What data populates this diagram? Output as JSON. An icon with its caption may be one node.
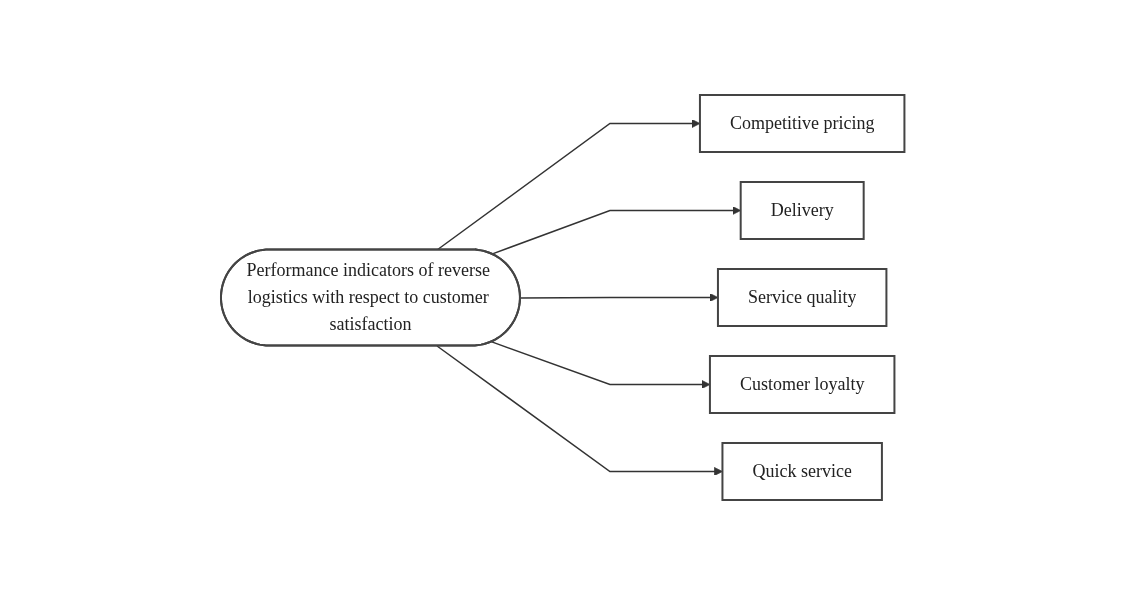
{
  "diagram": {
    "nodes": [
      {
        "text": [
          "Performance indicators of reverse logistics with respect to customer satisfaction"
        ]
      },
      {
        "text": [
          "Competitive pricing"
        ]
      },
      {
        "text": [
          "Delivery"
        ]
      },
      {
        "text": [
          "Service quality"
        ]
      },
      {
        "text": [
          "Customer loyalty"
        ]
      },
      {
        "text": [
          "Quick service"
        ]
      }
    ],
    "edges": [
      {
        "from": 0,
        "to": 1,
        "arrow": "to"
      },
      {
        "from": 0,
        "to": 2,
        "arrow": "to"
      },
      {
        "from": 0,
        "to": 3,
        "arrow": "to"
      },
      {
        "from": 0,
        "to": 4,
        "arrow": "to"
      },
      {
        "from": 0,
        "to": 5,
        "arrow": "to"
      }
    ]
  }
}
